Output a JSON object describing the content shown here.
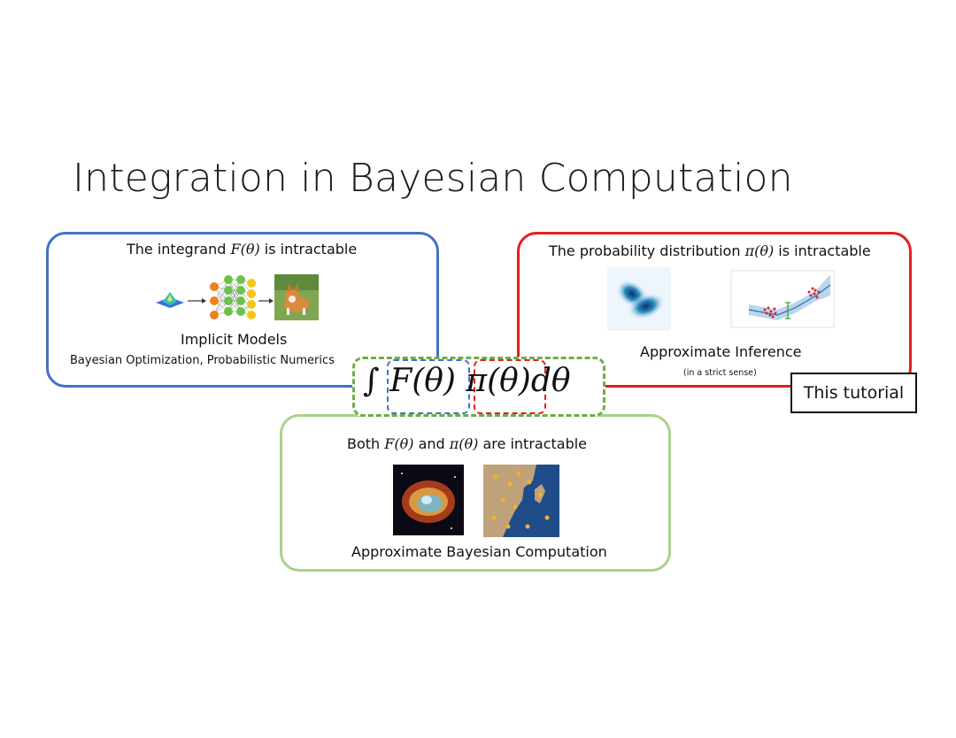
{
  "title": "Integration in Bayesian Computation",
  "blue_box": {
    "heading_pre": "The integrand ",
    "heading_math": "F(θ)",
    "heading_post": " is intractable",
    "label": "Implicit Models",
    "sublabel": "Bayesian Optimization, Probabilistic Numerics"
  },
  "red_box": {
    "heading_pre": "The probability distribution ",
    "heading_math": "π(θ)",
    "heading_post": " is intractable",
    "label": "Approximate Inference",
    "sublabel": "(in a strict sense)"
  },
  "green_box": {
    "heading_pre": "Both ",
    "heading_math1": "F(θ)",
    "heading_mid": " and ",
    "heading_math2": "π(θ)",
    "heading_post": " are intractable",
    "label": "Approximate Bayesian Computation"
  },
  "equation": {
    "integral": "∫",
    "f": "F(θ)",
    "pi": "π(θ)",
    "d": "dθ"
  },
  "callout": "This tutorial",
  "colors": {
    "blue": "#4472c4",
    "red": "#e02020",
    "green": "#a9d18e",
    "green_dashed": "#70ad47"
  }
}
